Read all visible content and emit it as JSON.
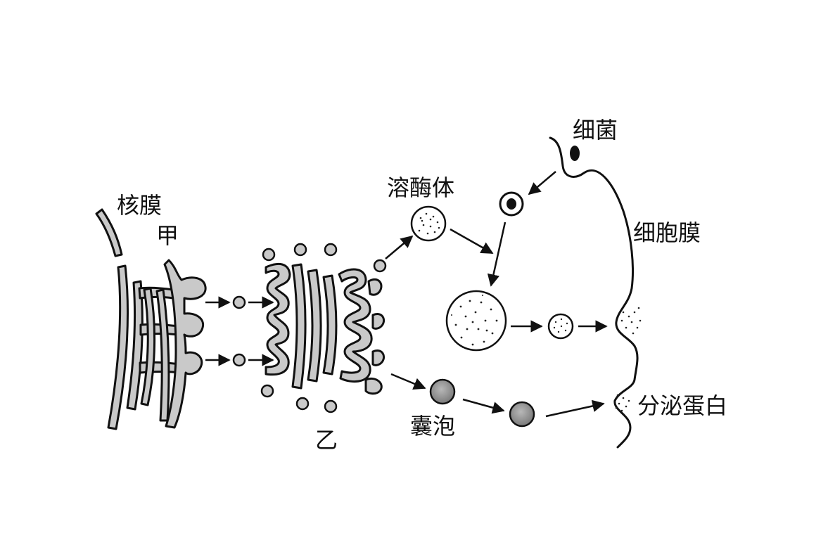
{
  "labels": {
    "nuclear_membrane": "核膜",
    "organelle_a": "甲",
    "organelle_b": "乙",
    "lysosome": "溶酶体",
    "bacteria": "细菌",
    "cell_membrane": "细胞膜",
    "vesicle": "囊泡",
    "secreted_protein": "分泌蛋白"
  },
  "colors": {
    "organelle_fill": "#c9c9c9",
    "outline": "#111111",
    "background": "#ffffff"
  }
}
